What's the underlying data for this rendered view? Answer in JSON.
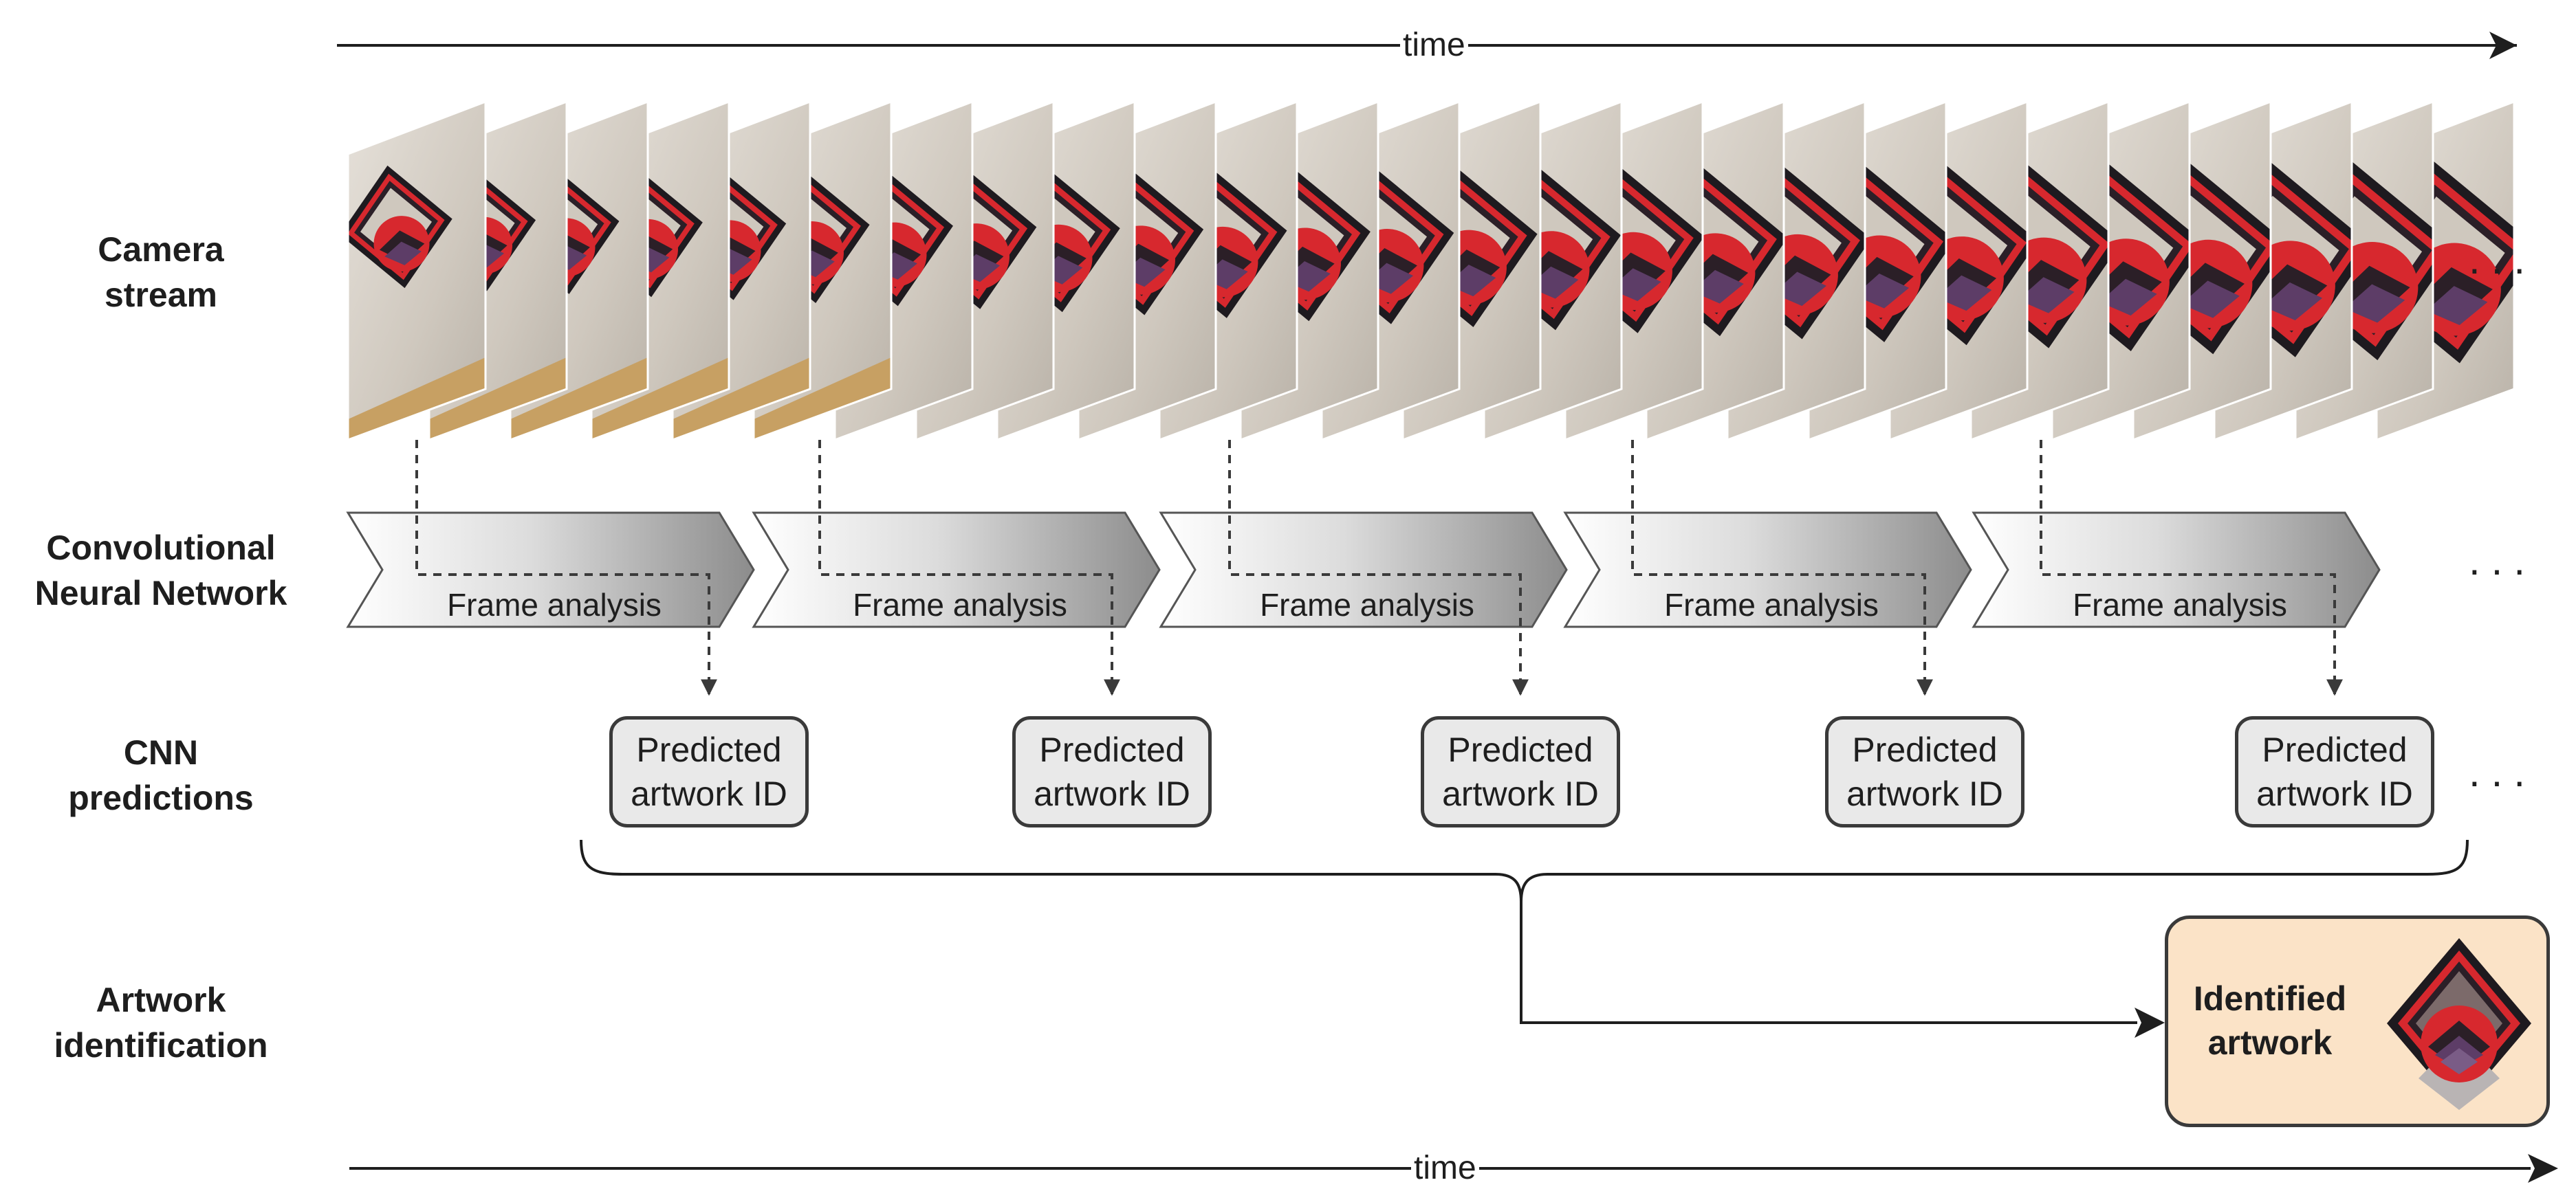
{
  "time_axis": {
    "label": "time"
  },
  "rows": {
    "camera": {
      "lines": [
        "Camera",
        "stream"
      ]
    },
    "cnn": {
      "lines": [
        "Convolutional",
        "Neural Network"
      ]
    },
    "predictions": {
      "lines": [
        "CNN",
        "predictions"
      ]
    },
    "identification": {
      "lines": [
        "Artwork",
        "identification"
      ]
    }
  },
  "cnn_step_label": "Frame analysis",
  "prediction_box": {
    "lines": [
      "Predicted",
      "artwork ID"
    ]
  },
  "result_box": {
    "lines": [
      "Identified",
      "artwork"
    ]
  },
  "ellipsis": "...",
  "frame_count": 26,
  "analysis_count": 5,
  "colors": {
    "ink": "#1e1e1e",
    "line": "#3a3a3a",
    "prediction_fill": "#e9e9e9",
    "result_fill": "#fbe3c7",
    "artwork_red": "#d7282e",
    "artwork_dark": "#2b1f27",
    "artwork_purple": "#5d3d67",
    "wall": "#d8d2c8"
  }
}
